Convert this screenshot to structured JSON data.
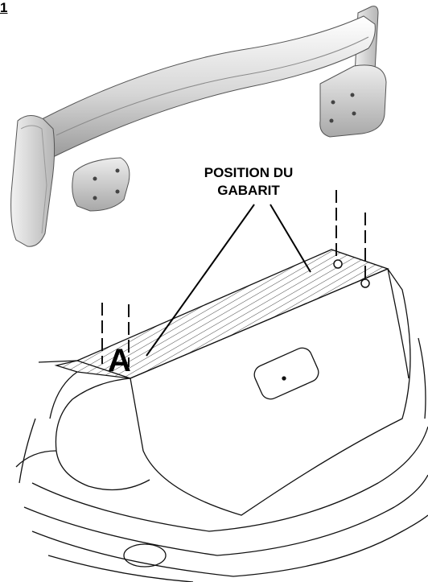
{
  "figure": {
    "number": "1",
    "callout_line1": "POSITION DU",
    "callout_line2": "GABARIT",
    "point_label": "A"
  }
}
